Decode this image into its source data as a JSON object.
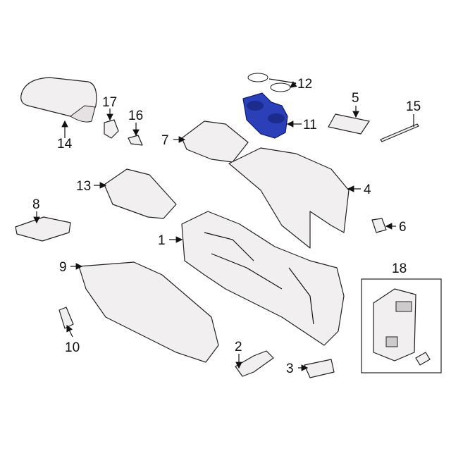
{
  "diagram": {
    "title": "Center console parts diagram",
    "highlight_color": "#2b3fb8",
    "callouts": {
      "c1": "1",
      "c2": "2",
      "c3": "3",
      "c4": "4",
      "c5": "5",
      "c6": "6",
      "c7": "7",
      "c8": "8",
      "c9": "9",
      "c10": "10",
      "c11": "11",
      "c12": "12",
      "c13": "13",
      "c14": "14",
      "c15": "15",
      "c16": "16",
      "c17": "17",
      "c18": "18"
    }
  }
}
